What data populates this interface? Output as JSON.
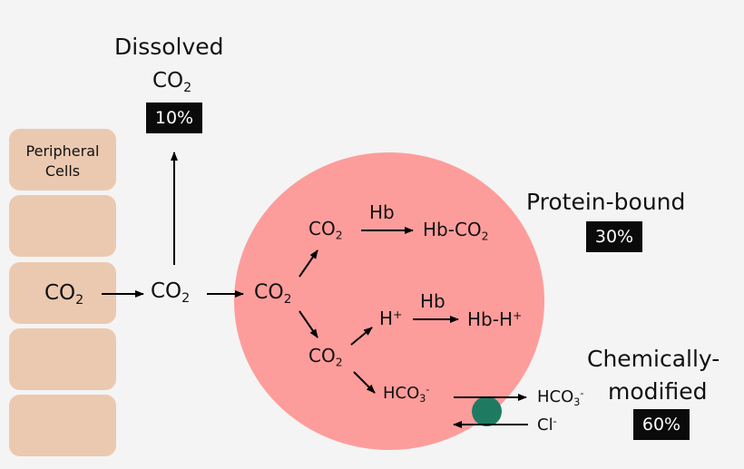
{
  "peripheral": {
    "label_line1": "Peripheral",
    "label_line2": "Cells"
  },
  "labels": {
    "co2_prefix": "CO",
    "co2_sub": "2",
    "hb": "Hb",
    "hb_co2_prefix": "Hb-CO",
    "h_prefix": "H",
    "plus": "+",
    "hb_h_prefix": "Hb-H",
    "hco3_prefix": "HCO",
    "hco3_sub": "3",
    "minus": "-",
    "cl_prefix": "Cl"
  },
  "dissolved": {
    "title": "Dissolved",
    "percent": "10%"
  },
  "protein": {
    "title": "Protein-bound",
    "percent": "30%"
  },
  "chemical": {
    "title_line1": "Chemically-",
    "title_line2": "modified",
    "percent": "60%"
  },
  "colors": {
    "cell": "#ebc9b0",
    "red_blood_cell": "#fd9d9b",
    "channel": "#1e7b62",
    "badge": "#0a0a0a"
  }
}
